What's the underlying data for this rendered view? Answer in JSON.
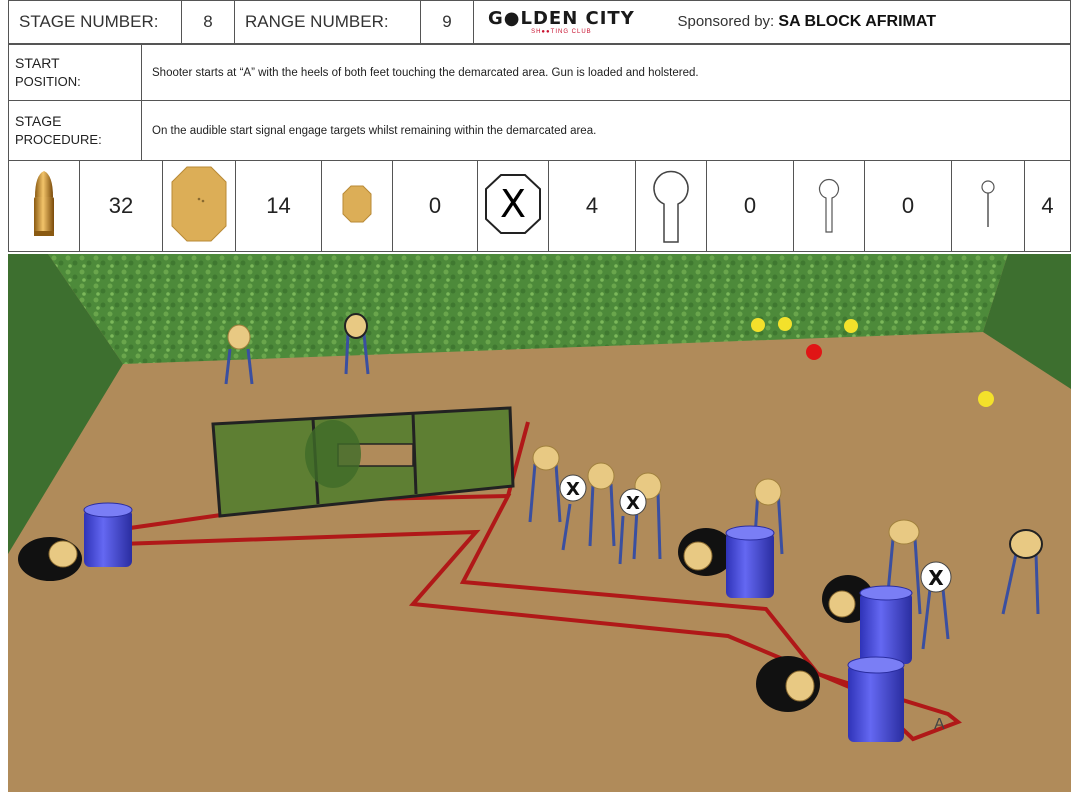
{
  "header": {
    "stage_label": "STAGE NUMBER:",
    "stage_value": "8",
    "range_label": "RANGE NUMBER:",
    "range_value": "9",
    "logo_text": "G●LDEN CITY",
    "logo_subtext": "SH●●TING CLUB",
    "sponsor_prefix": "Sponsored by: ",
    "sponsor_name": "SA BLOCK AFRIMAT"
  },
  "procedure": {
    "start_label_top": "START",
    "start_label_bottom": "POSITION:",
    "start_text": "Shooter starts at “A” with the heels of both feet touching the demarcated area. Gun is loaded and holstered.",
    "stage_label_top": "STAGE",
    "stage_label_bottom": "PROCEDURE:",
    "stage_text": "On the audible start signal engage targets whilst remaining within the demarcated area."
  },
  "counts": [
    {
      "icon": "bullet-icon",
      "value": "32"
    },
    {
      "icon": "ipsc-paper-target-icon",
      "value": "14"
    },
    {
      "icon": "mini-paper-target-icon",
      "value": "0"
    },
    {
      "icon": "no-shoot-target-icon",
      "value": "4"
    },
    {
      "icon": "large-popper-icon",
      "value": "0"
    },
    {
      "icon": "mini-popper-icon",
      "value": "0"
    },
    {
      "icon": "steel-plate-icon",
      "value": "4"
    }
  ],
  "scene": {
    "start_marker": "A",
    "no_shoot_mark": "X",
    "colors": {
      "wall": "#4d8a3a",
      "floor": "#b08b5a",
      "barrel": "#4a4fe0",
      "fault_line": "#b01818",
      "target": "#e8c983",
      "plate_yellow": "#f3e12b",
      "plate_red": "#e01515"
    }
  }
}
